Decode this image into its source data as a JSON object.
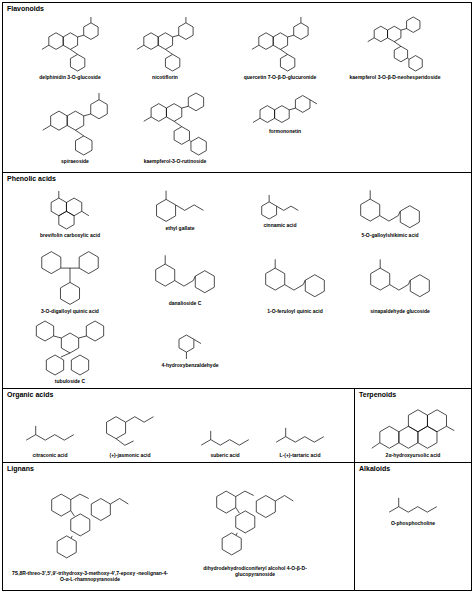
{
  "diagram": {
    "nodes": [
      {
        "text": [
          "Flavonoids"
        ]
      },
      {
        "text": [
          "Phenolic acids"
        ]
      },
      {
        "text": [
          "Organic acids"
        ]
      },
      {
        "text": [
          "Terpenoids"
        ]
      },
      {
        "text": [
          "Lignans"
        ]
      },
      {
        "text": [
          "Alkaloids"
        ]
      }
    ],
    "labels": [
      "delphinidin 3-O-glucoside",
      "nicotiflorin",
      "quercetin 7-O-β-D-glucuronide",
      "kaempferol 3-O-β-D-neohesperidoside",
      "spiraeoside",
      "kaempferol-3-O-rutinoside",
      "formononetin",
      "brevifolin carboxylic acid",
      "ethyl gallate",
      "cinnamic acid",
      "5-O-galloylshikimic acid",
      "3-O-digalloyl quinic acid",
      "danalioside C",
      "1-O-feruloyl quinic acid",
      "sinapaldehyde glucoside",
      "tubuloside C",
      "4-hydroxybenzaldehyde",
      "citraconic acid",
      "(+)-jasmonic acid",
      "suberic acid",
      "L-(+)-tartaric acid",
      "2α-hydroxyursolic acid",
      "7S,8R-threo-3',5',9'-trihydroxy-3-methoxy-4',7-epoxy -neolignan-4-O-α-L-rhamnopyranoside",
      "dihydrodehydrodiconiferyl alcohol 4-O-β-D-glucopyranoside",
      "O-phosphocholine"
    ]
  }
}
